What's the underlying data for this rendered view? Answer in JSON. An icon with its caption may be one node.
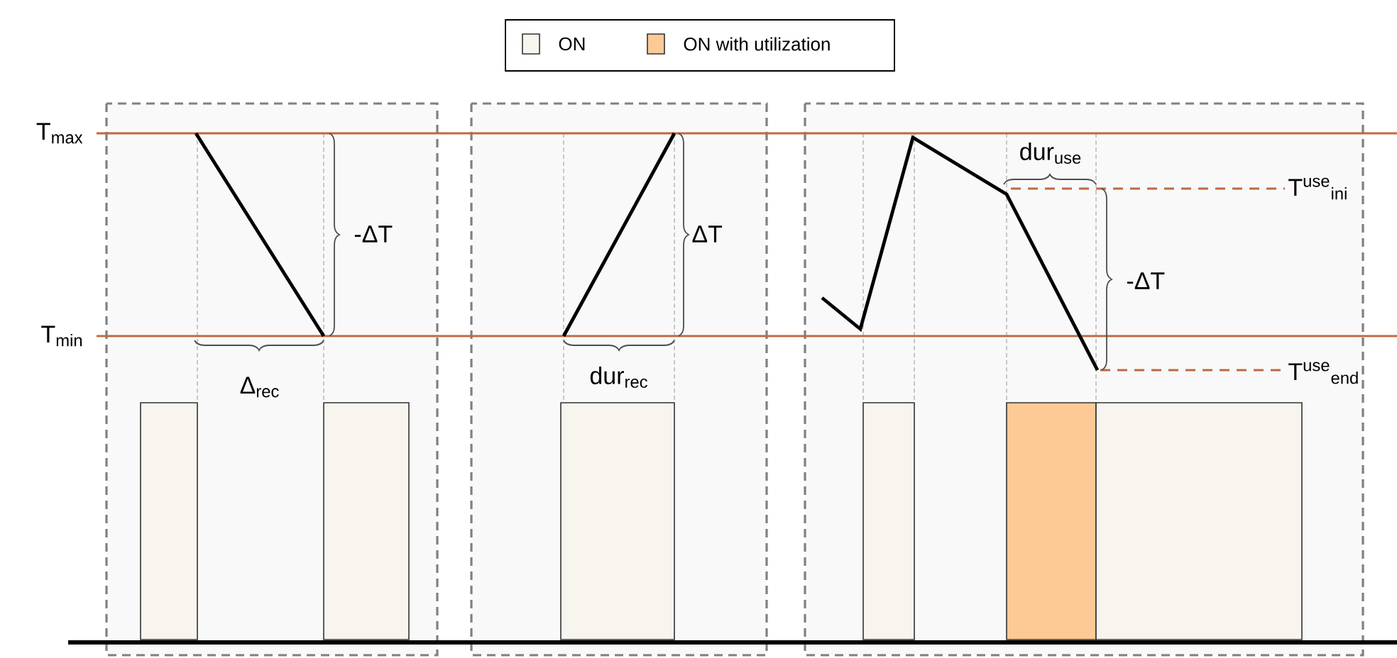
{
  "diagram": {
    "nodes": [
      {
        "text": [],
        "shape": "bar"
      },
      {
        "text": [],
        "shape": "bar"
      },
      {
        "text": [],
        "shape": "bar"
      },
      {
        "text": [],
        "shape": "bar"
      },
      {
        "text": [],
        "shape": "bar"
      },
      {
        "text": [],
        "shape": "bar"
      }
    ],
    "labels": [
      "T$_{max}$",
      "T$_{min}$",
      "-ΔT",
      "Δ$_{rec}$",
      "ΔT",
      "dur$_{rec}$",
      "dur$_{use}$",
      "T$^{use}$$_{ini}$",
      "-ΔT",
      "T$^{use}$$_{end}$"
    ],
    "legend": [
      {
        "text": "ON",
        "color": "#f7f5ee"
      },
      {
        "text": "ON with utilization",
        "color": "#fdca95"
      }
    ]
  }
}
